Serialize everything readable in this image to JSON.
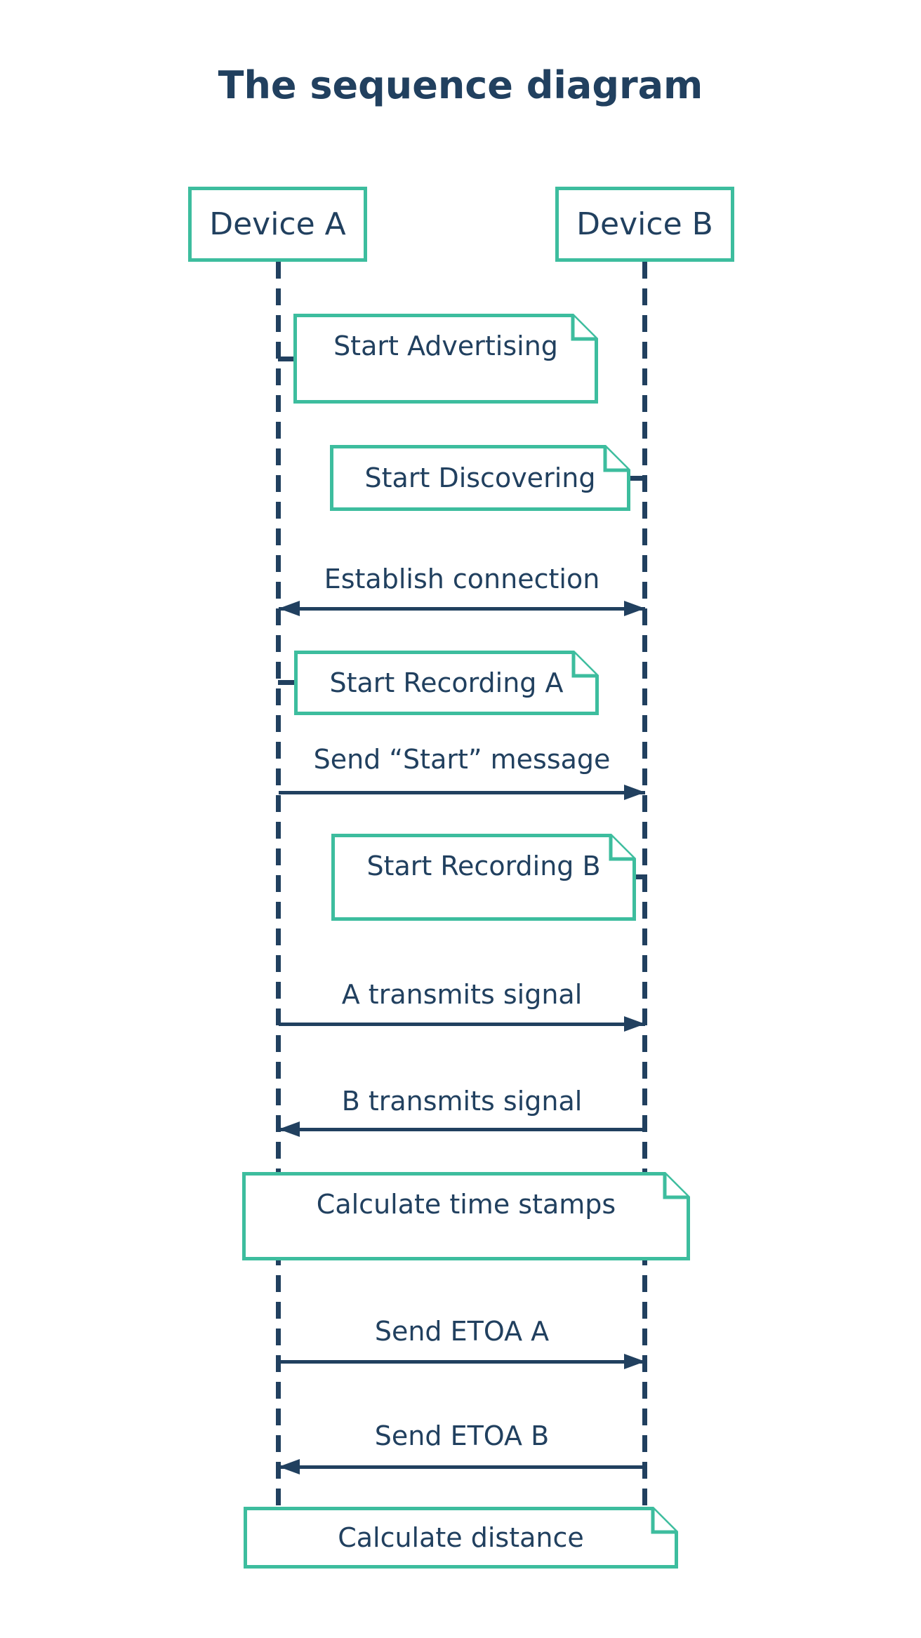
{
  "title": "The sequence diagram",
  "colors": {
    "navy": "#21405f",
    "teal": "#3dbd9e"
  },
  "actors": [
    {
      "id": "A",
      "label": "Device A"
    },
    {
      "id": "B",
      "label": "Device B"
    }
  ],
  "notes": [
    {
      "label": "Start Advertising",
      "attached_to": "A"
    },
    {
      "label": "Start Discovering",
      "attached_to": "B"
    },
    {
      "label": "Start Recording A",
      "attached_to": "A"
    },
    {
      "label": "Start Recording B",
      "attached_to": "B"
    },
    {
      "label": "Calculate time stamps",
      "attached_to": "both"
    },
    {
      "label": "Calculate distance",
      "attached_to": "both"
    }
  ],
  "messages": [
    {
      "label": "Establish connection",
      "direction": "both"
    },
    {
      "label": "Send “Start” message",
      "direction": "a-to-b"
    },
    {
      "label": "A transmits signal",
      "direction": "a-to-b"
    },
    {
      "label": "B transmits signal",
      "direction": "b-to-a"
    },
    {
      "label": "Send ETOA A",
      "direction": "a-to-b"
    },
    {
      "label": "Send ETOA B",
      "direction": "b-to-a"
    }
  ]
}
